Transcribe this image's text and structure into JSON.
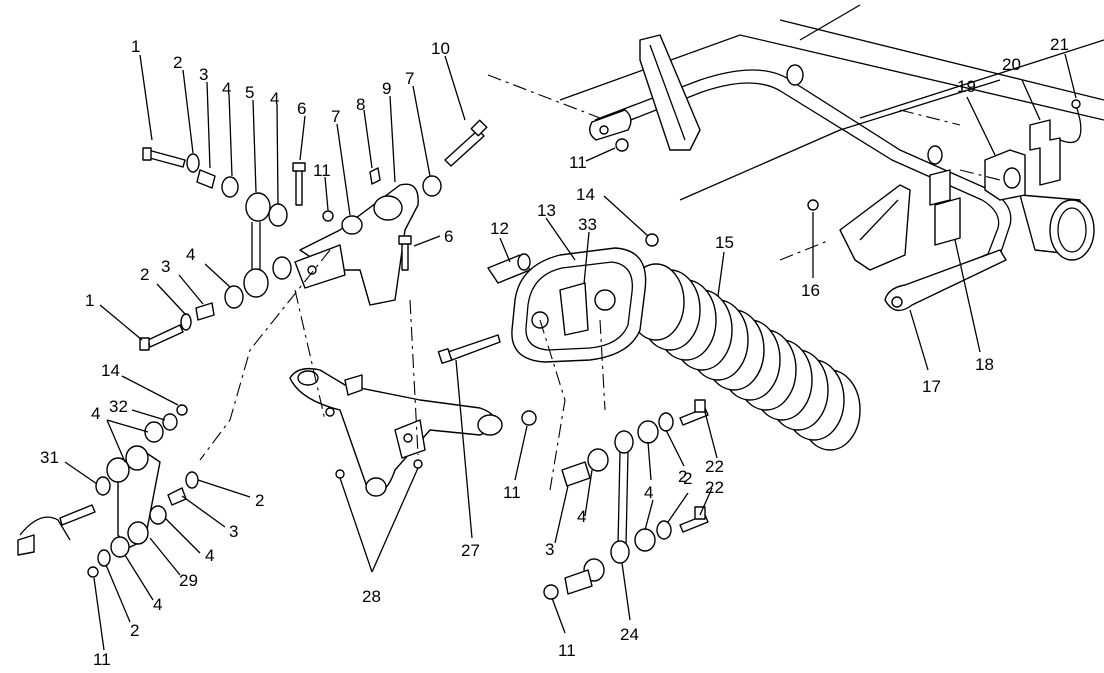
{
  "callout_labels": [
    "1",
    "2",
    "3",
    "4",
    "5",
    "4",
    "6",
    "11",
    "7",
    "8",
    "9",
    "7",
    "10",
    "2",
    "3",
    "4",
    "1",
    "6",
    "14",
    "32",
    "4",
    "31",
    "2",
    "3",
    "4",
    "29",
    "4",
    "2",
    "11",
    "28",
    "27",
    "12",
    "13",
    "33",
    "14",
    "11",
    "15",
    "3",
    "4",
    "4",
    "2",
    "22",
    "2",
    "22",
    "11",
    "24",
    "11",
    "16",
    "19",
    "20",
    "21",
    "17",
    "18"
  ]
}
